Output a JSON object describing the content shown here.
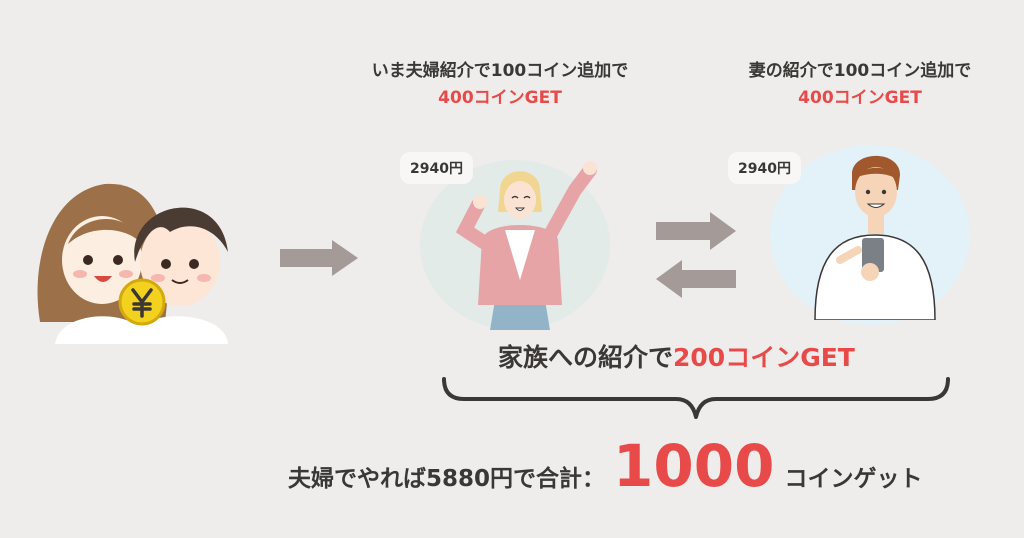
{
  "colors": {
    "background": "#efedeb",
    "text": "#3a3735",
    "accent": "#e84a4a",
    "arrow": "#a49a98",
    "wife_bubble": "#e2ebe7",
    "husband_bubble": "#e3f1f8"
  },
  "left_caption": {
    "line1": "いま夫婦紹介で100コイン追加で",
    "line2": "400コインGET"
  },
  "right_caption": {
    "line1": "妻の紹介で100コイン追加で",
    "line2": "400コインGET"
  },
  "wife_price": "2940円",
  "husband_price": "2940円",
  "icons": {
    "couple": "couple-with-yen-coin-illustration",
    "yen": "yen-coin-icon",
    "wife": "dancing-woman-illustration",
    "husband": "man-with-phone-illustration"
  },
  "family_referral": {
    "prefix": "家族への紹介で",
    "highlight": "200コインGET"
  },
  "total": {
    "prefix": "夫婦でやれば5880円で合計：",
    "amount": "1000",
    "suffix": "コインゲット"
  }
}
